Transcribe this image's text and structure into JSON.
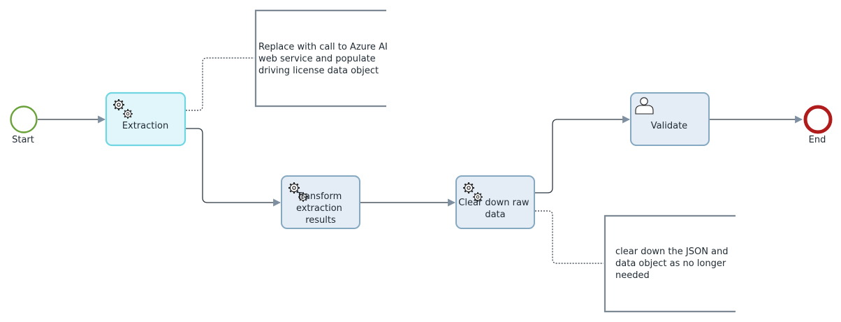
{
  "events": {
    "start": {
      "label": "Start",
      "color": "#6aa23a"
    },
    "end": {
      "label": "End",
      "color": "#b01b1b"
    }
  },
  "tasks": {
    "extraction": {
      "label_lines": [
        "Extraction"
      ],
      "kind": "service-task",
      "fill": "#e0f6fa",
      "stroke": "#6fd6e2",
      "selected": true
    },
    "transform": {
      "label_lines": [
        "Transform",
        "extraction",
        "results"
      ],
      "kind": "service-task",
      "fill": "#e4ecf5",
      "stroke": "#86a9c2"
    },
    "cleardown": {
      "label_lines": [
        "Clear down raw",
        "data"
      ],
      "kind": "service-task",
      "fill": "#e4ecf5",
      "stroke": "#86a9c2"
    },
    "validate": {
      "label_lines": [
        "Validate"
      ],
      "kind": "user-task",
      "fill": "#e4ecf5",
      "stroke": "#86a9c2"
    }
  },
  "annotations": {
    "azure": {
      "lines": [
        "Replace with call to Azure AI",
        "web service and populate",
        "driving license data object"
      ]
    },
    "json": {
      "lines": [
        "clear down the JSON and",
        "data object as no longer",
        "needed"
      ]
    }
  },
  "colors": {
    "flow_line": "#2b3640",
    "arrow_head": "#7d8fa0",
    "annotation_bracket": "#7d8a96"
  }
}
